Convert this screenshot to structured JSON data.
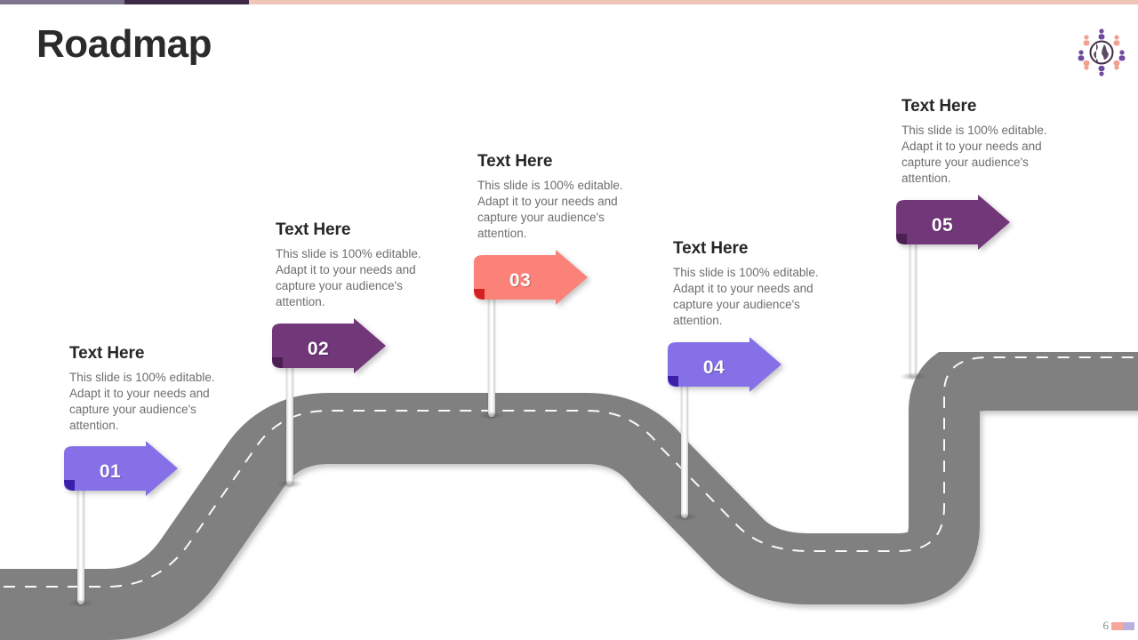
{
  "slide": {
    "title": "Roadmap",
    "page_number": "6",
    "background": "#ffffff"
  },
  "topbar": {
    "segments": [
      "#7e7590",
      "#3f2b47",
      "#f0c5b8"
    ]
  },
  "logo": {
    "name": "global-team-globe-icon",
    "globe_color": "#3f2b47",
    "figure_colors": [
      "#6f4b9e",
      "#f2a08f"
    ]
  },
  "road": {
    "color": "#808080",
    "dash_color": "#ffffff",
    "shadow": "rgba(0,0,0,0.18)"
  },
  "footer": {
    "swatch_colors": [
      "#f4a79a",
      "#b9b0df"
    ]
  },
  "body_text": "This slide is 100% editable. Adapt it to your needs and capture your audience's attention.",
  "milestones": [
    {
      "number": "01",
      "title": "Text Here",
      "body": "This slide is 100% editable. Adapt it to your needs and capture your audience's attention.",
      "flag_color": "#8670E8",
      "fold_color": "#3b1fa8"
    },
    {
      "number": "02",
      "title": "Text Here",
      "body": "This slide is 100% editable. Adapt it to your needs and capture your audience's attention.",
      "flag_color": "#713779",
      "fold_color": "#4a1f52"
    },
    {
      "number": "03",
      "title": "Text Here",
      "body": "This slide is 100% editable. Adapt it to your needs and capture your audience's attention.",
      "flag_color": "#FA8279",
      "fold_color": "#d32020"
    },
    {
      "number": "04",
      "title": "Text Here",
      "body": "This slide is 100% editable. Adapt it to your needs and capture your audience's attention.",
      "flag_color": "#8670E8",
      "fold_color": "#3b1fa8"
    },
    {
      "number": "05",
      "title": "Text Here",
      "body": "This slide is 100% editable. Adapt it to your needs and capture your audience's attention.",
      "flag_color": "#713779",
      "fold_color": "#4a1f52"
    }
  ]
}
